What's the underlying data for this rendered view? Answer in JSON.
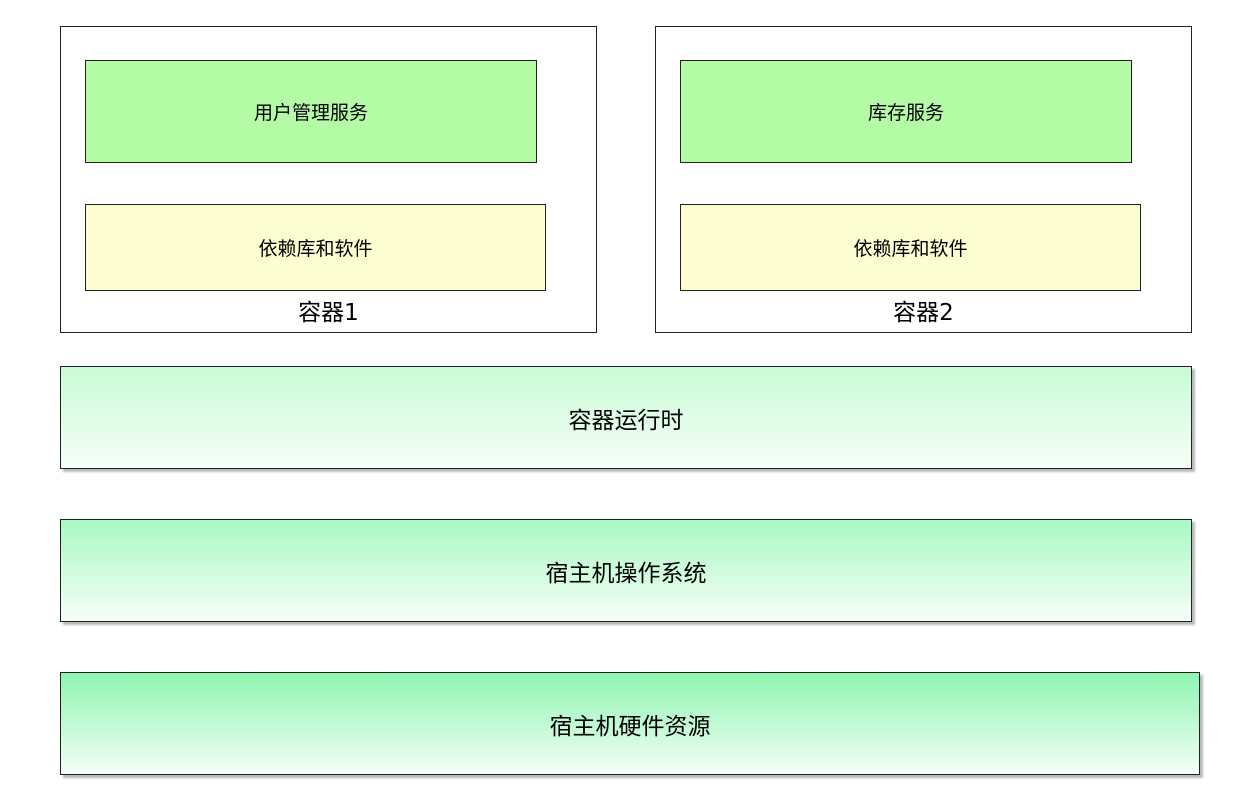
{
  "containers": [
    {
      "label": "容器1",
      "service": "用户管理服务",
      "deps": "依赖库和软件"
    },
    {
      "label": "容器2",
      "service": "库存服务",
      "deps": "依赖库和软件"
    }
  ],
  "layers": {
    "runtime": "容器运行时",
    "os": "宿主机操作系统",
    "hardware": "宿主机硬件资源"
  },
  "colors": {
    "service_fill": "#b3fba5",
    "deps_fill": "#fdfdd2",
    "layer_top": "#8ef5b0",
    "layer_bottom": "#f6fef8",
    "border": "#222222"
  }
}
